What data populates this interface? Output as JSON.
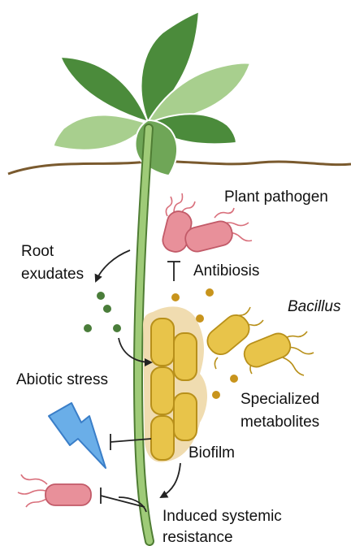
{
  "labels": {
    "plant_pathogen": "Plant pathogen",
    "root_exudates_1": "Root",
    "root_exudates_2": "exudates",
    "antibiosis": "Antibiosis",
    "bacillus": "Bacillus",
    "abiotic_stress": "Abiotic stress",
    "specialized_1": "Specialized",
    "specialized_2": "metabolites",
    "biofilm": "Biofilm",
    "isr_1": "Induced systemic",
    "isr_2": "resistance"
  },
  "colors": {
    "leaf_dark": "#4b8b3b",
    "leaf_light": "#a8cf8e",
    "stem": "#8fbf6a",
    "soil": "#7a5a2e",
    "pathogen_fill": "#e8909a",
    "pathogen_flagella": "#d9707c",
    "bacillus_fill": "#e8c44a",
    "bacillus_outline": "#b8901a",
    "biofilm_bg": "#f0dcb0",
    "exudate_dot": "#4a7d3a",
    "metabolite_dot": "#c8941c",
    "lightning": "#6aaee8"
  }
}
